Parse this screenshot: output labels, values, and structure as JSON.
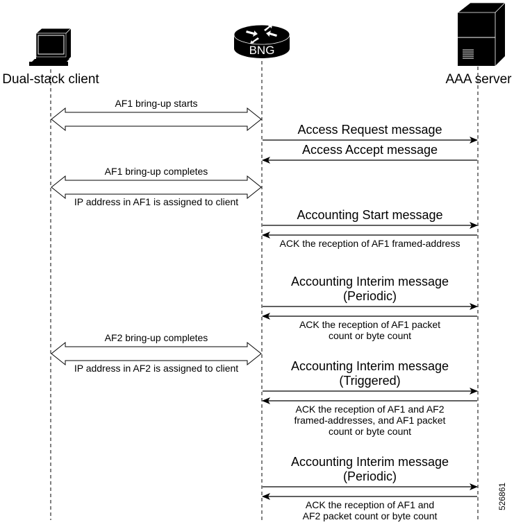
{
  "actors": {
    "client": {
      "label": "Dual-stack client",
      "icon": "computer-icon"
    },
    "bng": {
      "label": "BNG",
      "icon": "router-icon"
    },
    "aaa": {
      "label": "AAA server",
      "icon": "server-icon"
    }
  },
  "messages": [
    {
      "id": "af1-start",
      "from": "client",
      "to": "bng",
      "type": "bidirectional",
      "above": "AF1 bring-up starts",
      "below": ""
    },
    {
      "id": "access-request",
      "from": "bng",
      "to": "aaa",
      "type": "request",
      "above": "Access Request message",
      "below": ""
    },
    {
      "id": "access-accept",
      "from": "aaa",
      "to": "bng",
      "type": "response",
      "above": "Access Accept message",
      "below": ""
    },
    {
      "id": "af1-complete",
      "from": "client",
      "to": "bng",
      "type": "bidirectional",
      "above": "AF1 bring-up completes",
      "below": "IP address in AF1 is assigned to client"
    },
    {
      "id": "acct-start",
      "from": "bng",
      "to": "aaa",
      "type": "request",
      "above": "Accounting Start message",
      "below": ""
    },
    {
      "id": "ack-1",
      "from": "aaa",
      "to": "bng",
      "type": "response",
      "above": "",
      "below": "ACK the reception of AF1 framed-address"
    },
    {
      "id": "interim-periodic-1",
      "from": "bng",
      "to": "aaa",
      "type": "request",
      "above": "Accounting Interim message\n(Periodic)",
      "below": ""
    },
    {
      "id": "ack-2",
      "from": "aaa",
      "to": "bng",
      "type": "response",
      "above": "",
      "below": "ACK the reception of AF1 packet\ncount or byte count"
    },
    {
      "id": "af2-complete",
      "from": "client",
      "to": "bng",
      "type": "bidirectional",
      "above": "AF2 bring-up completes",
      "below": "IP address in AF2 is assigned to client"
    },
    {
      "id": "interim-triggered",
      "from": "bng",
      "to": "aaa",
      "type": "request",
      "above": "Accounting Interim message\n(Triggered)",
      "below": ""
    },
    {
      "id": "ack-3",
      "from": "aaa",
      "to": "bng",
      "type": "response",
      "above": "",
      "below": "ACK the reception of AF1 and AF2\nframed-addresses, and AF1 packet\ncount or byte count"
    },
    {
      "id": "interim-periodic-2",
      "from": "bng",
      "to": "aaa",
      "type": "request",
      "above": "Accounting Interim message\n(Periodic)",
      "below": ""
    },
    {
      "id": "ack-4",
      "from": "aaa",
      "to": "bng",
      "type": "response",
      "above": "",
      "below": "ACK the reception of AF1 and\nAF2 packet count or byte count"
    }
  ],
  "figure_id": "526861"
}
